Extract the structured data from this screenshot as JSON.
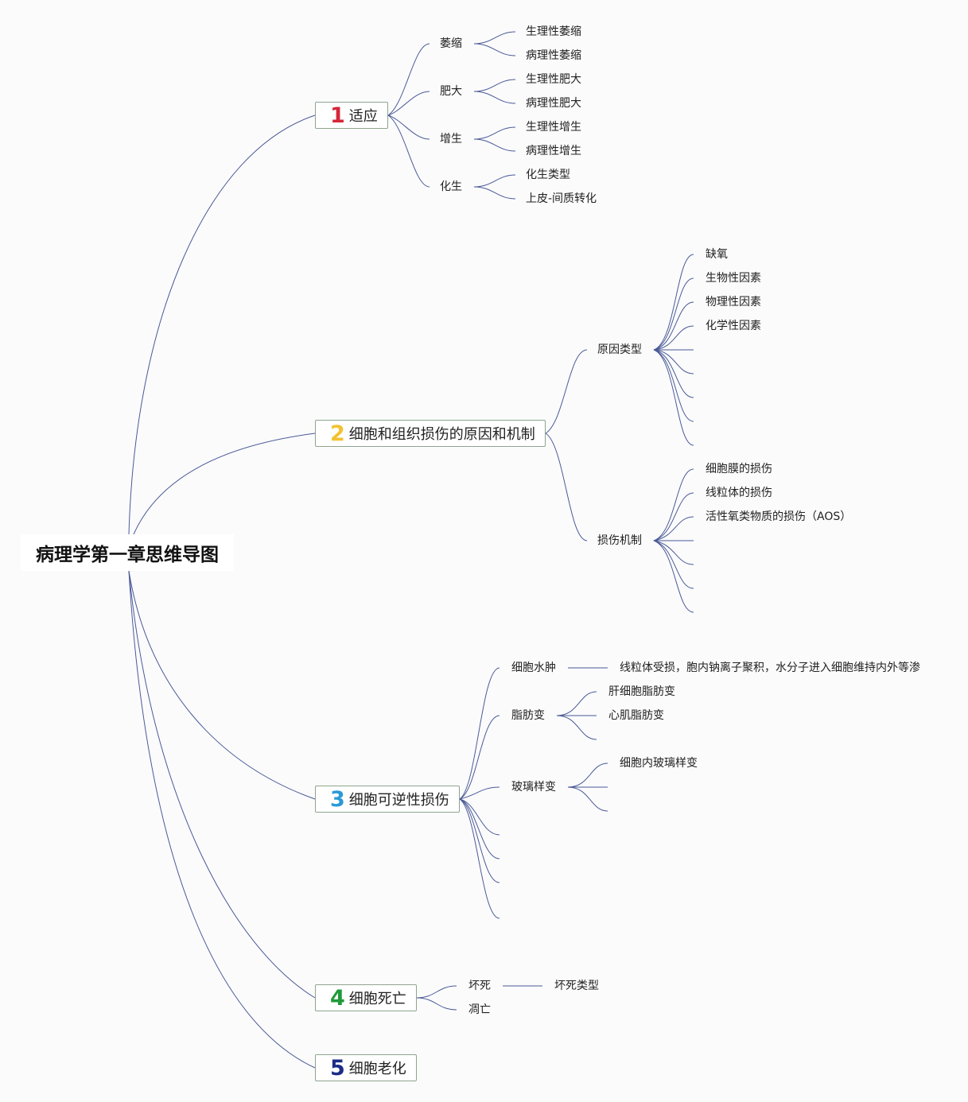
{
  "title": "病理学第一章思维导图",
  "topics": [
    {
      "number": "1",
      "label": "适应",
      "color": "#d62638"
    },
    {
      "number": "2",
      "label": "细胞和组织损伤的原因和机制",
      "color": "#f2c230"
    },
    {
      "number": "3",
      "label": "细胞可逆性损伤",
      "color": "#2a9ad6"
    },
    {
      "number": "4",
      "label": "细胞死亡",
      "color": "#1f9a3a"
    },
    {
      "number": "5",
      "label": "细胞老化",
      "color": "#1c2c86"
    }
  ],
  "adaptation": {
    "branches": [
      {
        "label": "萎缩",
        "children": [
          "生理性萎缩",
          "病理性萎缩"
        ]
      },
      {
        "label": "肥大",
        "children": [
          "生理性肥大",
          "病理性肥大"
        ]
      },
      {
        "label": "增生",
        "children": [
          "生理性增生",
          "病理性增生"
        ]
      },
      {
        "label": "化生",
        "children": [
          "化生类型",
          "上皮-间质转化"
        ]
      }
    ]
  },
  "injury_cause": {
    "cause_types": {
      "label": "原因类型",
      "children": [
        "缺氧",
        "生物性因素",
        "物理性因素",
        "化学性因素"
      ]
    },
    "mechanism": {
      "label": "损伤机制",
      "children": [
        "细胞膜的损伤",
        "线粒体的损伤",
        "活性氧类物质的损伤（AOS）"
      ]
    }
  },
  "reversible": {
    "swelling": {
      "label": "细胞水肿",
      "detail": "线粒体受损，胞内钠离子聚积，水分子进入细胞维持内外等渗"
    },
    "fatty": {
      "label": "脂肪变",
      "children": [
        "肝细胞脂肪变",
        "心肌脂肪变"
      ]
    },
    "hyaline": {
      "label": "玻璃样变",
      "children": [
        "细胞内玻璃样变"
      ]
    }
  },
  "death": {
    "necrosis": {
      "label": "坏死",
      "detail": "坏死类型"
    },
    "apoptosis": {
      "label": "凋亡"
    }
  },
  "line_color": "#4a5a96"
}
